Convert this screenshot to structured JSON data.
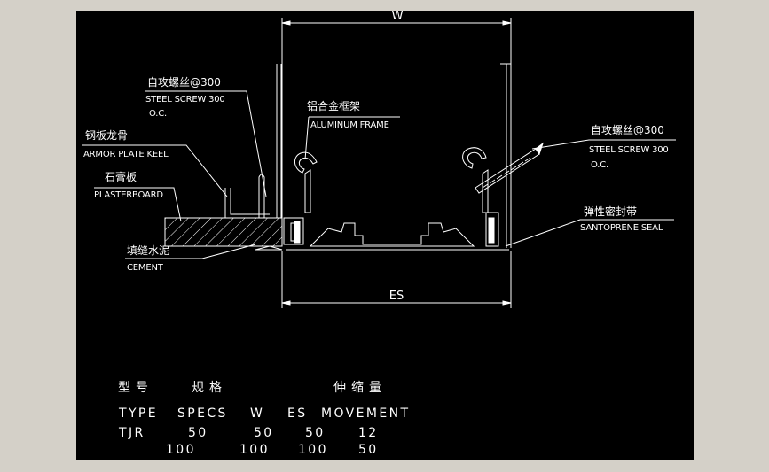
{
  "colors": {
    "frame_bg": "#d4d0c8",
    "canvas_bg": "#000000",
    "line": "#ffffff",
    "hatch": "#ffffff"
  },
  "dimensions": {
    "width": "W",
    "es": "ES"
  },
  "labels": {
    "screw_left_cn": "自攻螺丝@300",
    "screw_left_en": "STEEL SCREW 300",
    "screw_left_oc": "O.C.",
    "frame_cn": "铝合金框架",
    "frame_en": "ALUMINUM FRAME",
    "keel_cn": "钢板龙骨",
    "keel_en": "ARMOR PLATE KEEL",
    "plaster_cn": "石膏板",
    "plaster_en": "PLASTERBOARD",
    "cement_cn": "填缝水泥",
    "cement_en": "CEMENT",
    "screw_right_cn": "自攻螺丝@300",
    "screw_right_en": "STEEL SCREW 300",
    "screw_right_oc": "O.C.",
    "seal_cn": "弹性密封带",
    "seal_en": "SANTOPRENE SEAL"
  },
  "spec_table": {
    "cn_headers": [
      "型号",
      "规格",
      "伸缩量"
    ],
    "headers": [
      "TYPE",
      "SPECS",
      "W",
      "ES",
      "MOVEMENT"
    ],
    "rows": [
      [
        "TJR",
        "50",
        "50",
        "50",
        "12"
      ],
      [
        "",
        "100",
        "100",
        "100",
        "50"
      ]
    ]
  }
}
